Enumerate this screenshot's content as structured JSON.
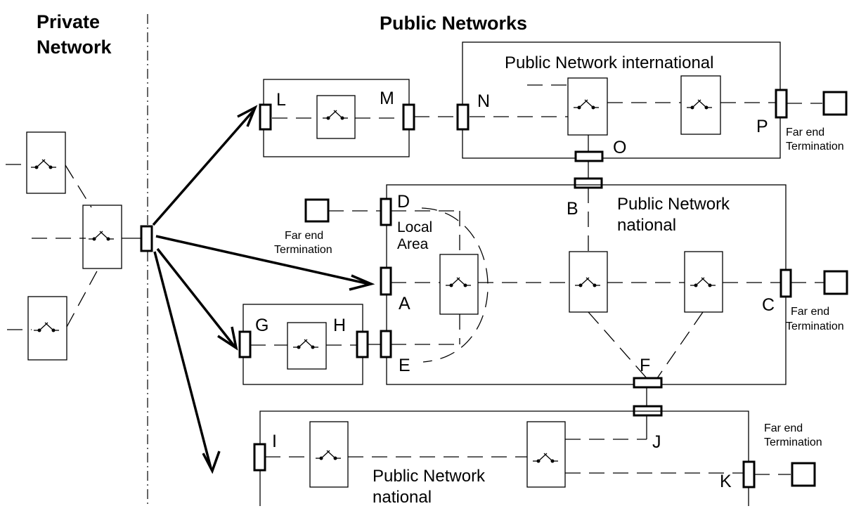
{
  "headers": {
    "private": [
      "Private",
      "Network"
    ],
    "public": "Public Networks"
  },
  "networks": {
    "international": "Public Network international",
    "national_top": [
      "Public Network",
      "national"
    ],
    "national_bottom": [
      "Public Network",
      "national"
    ]
  },
  "local_area": [
    "Local",
    "Area"
  ],
  "far_end": [
    "Far end",
    "Termination"
  ],
  "points": {
    "L": "L",
    "M": "M",
    "N": "N",
    "O": "O",
    "P": "P",
    "B": "B",
    "D": "D",
    "A": "A",
    "C": "C",
    "G": "G",
    "H": "H",
    "E": "E",
    "F": "F",
    "I": "I",
    "J": "J",
    "K": "K"
  },
  "icons": [
    "switch-icon",
    "arrow-icon",
    "port-icon",
    "termination-icon"
  ]
}
